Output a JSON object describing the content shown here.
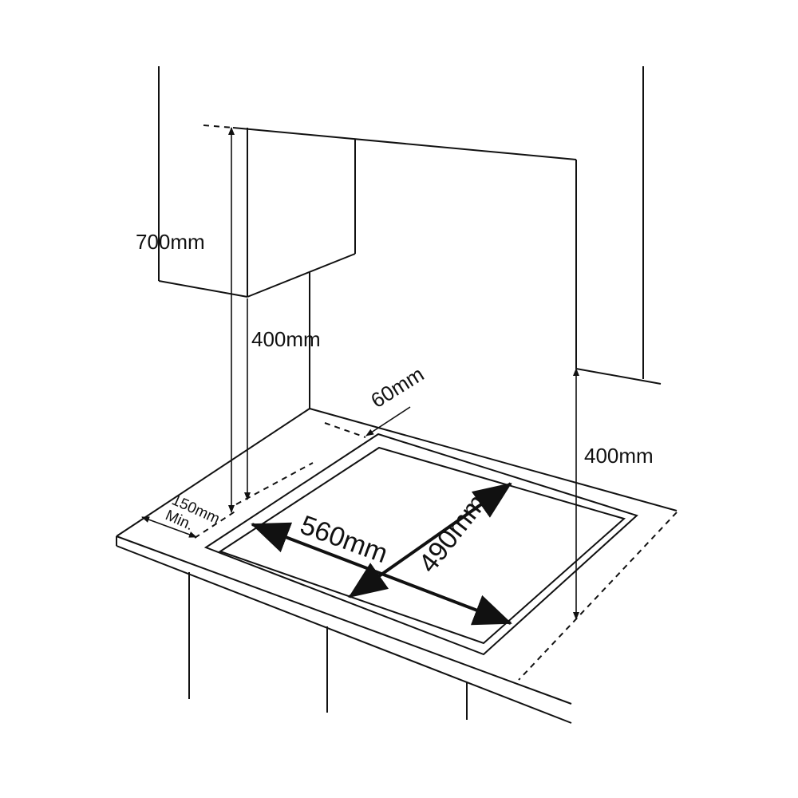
{
  "labels": {
    "cabinet_height": "700mm",
    "cabinet_clearance": "400mm",
    "wall_clearance": "400mm",
    "rear_gap": "60mm",
    "side_gap": "150mm",
    "side_gap_note": "Min.",
    "cutout_width": "560mm",
    "cutout_depth": "490mm"
  }
}
